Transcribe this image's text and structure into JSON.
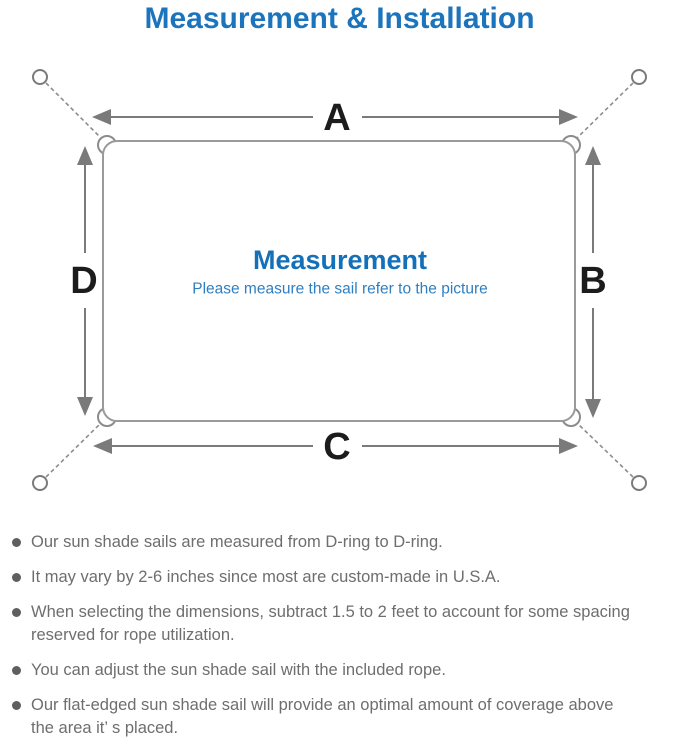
{
  "title": "Measurement & Installation",
  "colors": {
    "accent_blue": "#1b74bc",
    "subtitle_blue": "#2e7fc2",
    "line_gray": "#979797",
    "arrow_gray": "#7a7a7a",
    "label_black": "#1c1c1c",
    "text_gray": "#6e6e6e",
    "bullet_gray": "#5f5f5f"
  },
  "diagram": {
    "labels": {
      "top": "A",
      "right": "B",
      "bottom": "C",
      "left": "D"
    },
    "center_title": "Measurement",
    "center_subtitle": "Please measure the sail refer to the picture"
  },
  "notes": [
    "Our sun shade sails are measured from D-ring to D-ring.",
    "It may vary by 2-6 inches since most are custom-made in U.S.A.",
    "When selecting the dimensions, subtract 1.5 to 2 feet to account for some spacing\nreserved for rope utilization.",
    "You can adjust the sun shade sail with the included rope.",
    "Our flat-edged sun shade sail will provide an optimal amount of coverage above\nthe area it’ s placed."
  ]
}
